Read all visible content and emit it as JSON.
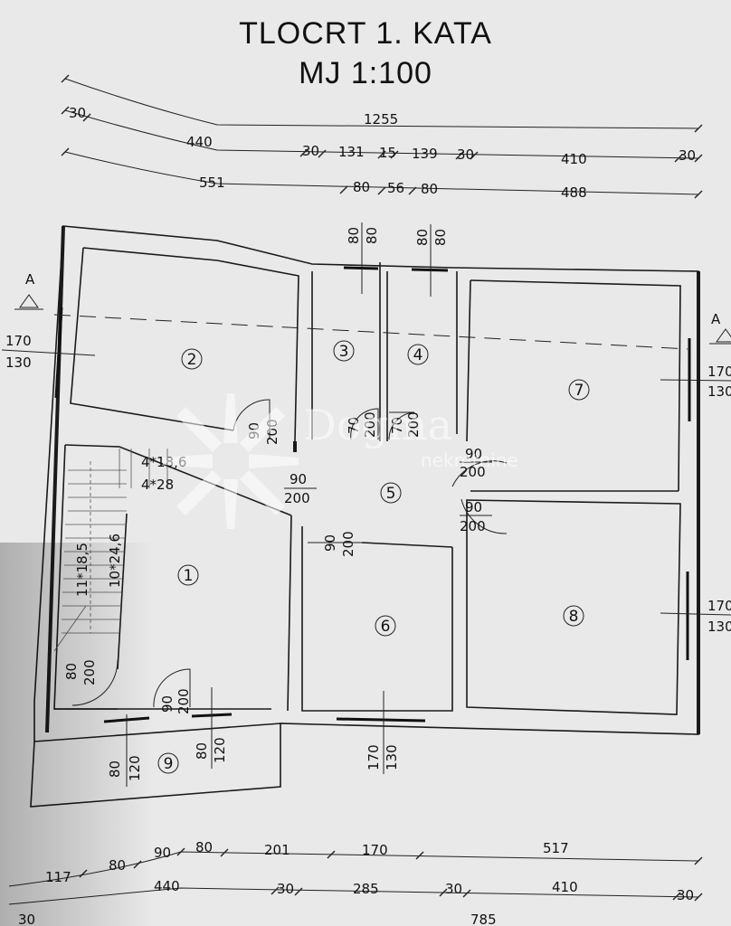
{
  "title": {
    "line1": "TLOCRT 1. KATA",
    "line2": "MJ 1:100"
  },
  "watermark": {
    "name": "Dogma",
    "sub": "nekretnine"
  },
  "section_marker": {
    "letter": "A"
  },
  "top_dims": {
    "row1": [
      "30",
      "1255"
    ],
    "row2": [
      "440",
      "30",
      "131",
      "15",
      "139",
      "30",
      "410",
      "30"
    ],
    "row3": [
      "551",
      "80",
      "56",
      "80",
      "488"
    ]
  },
  "bottom_dims": {
    "row1": [
      "117",
      "80",
      "90",
      "80",
      "201",
      "170",
      "517"
    ],
    "row2": [
      "440",
      "30",
      "285",
      "30",
      "410",
      "30"
    ],
    "row3": [
      "30",
      "785"
    ]
  },
  "rooms": [
    "1",
    "2",
    "3",
    "4",
    "5",
    "6",
    "7",
    "8",
    "9"
  ],
  "openings": {
    "w_left_top": [
      "170",
      "130"
    ],
    "w_right_top": [
      "170",
      "130"
    ],
    "w_right_bottom": [
      "170",
      "130"
    ],
    "w_top3": [
      "80",
      "80"
    ],
    "w_top4": [
      "80",
      "80"
    ],
    "d2": [
      "90",
      "200"
    ],
    "d3": [
      "70",
      "200"
    ],
    "d4": [
      "70",
      "200"
    ],
    "d1_5": [
      "90",
      "200"
    ],
    "d7": [
      "90",
      "200"
    ],
    "d8": [
      "90",
      "200"
    ],
    "d6": [
      "90",
      "200"
    ],
    "d_stair": [
      "80",
      "200"
    ],
    "d_entry": [
      "90",
      "200"
    ],
    "w9a": [
      "80",
      "120"
    ],
    "w9b": [
      "80",
      "120"
    ],
    "w6": [
      "170",
      "130"
    ]
  },
  "stairs": {
    "s1": "4*18,6",
    "s2": "4*28",
    "s3": "11*18,5",
    "s4": "10*24,6"
  }
}
